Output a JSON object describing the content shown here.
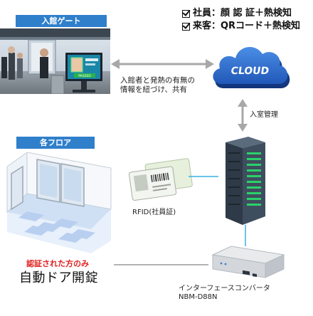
{
  "gate": {
    "banner": "入館ゲート",
    "screen_text": "PASSED"
  },
  "checks": [
    {
      "label": "社員：顔 認 証＋熱検知"
    },
    {
      "label": "来客：QRコード＋熱検知"
    }
  ],
  "cloud": {
    "label": "CLOUD"
  },
  "link_note": {
    "line1": "入館者と発熱の有無の",
    "line2": "情報を紐づけ、共有"
  },
  "in_mgmt": "入室管理",
  "floor": {
    "banner": "各フロア"
  },
  "rfid": {
    "label": "RFID(社員証)"
  },
  "door": {
    "auth_note": "認証された方のみ",
    "auto_door": "自動ドア開錠"
  },
  "converter": {
    "line1": "インターフェースコンバータ",
    "line2": "NBM-D88N"
  },
  "colors": {
    "accent": "#2f7fcb",
    "cloud": "#2e6fd0",
    "alert": "#e01e1e",
    "connector": "#3ab0e0"
  }
}
